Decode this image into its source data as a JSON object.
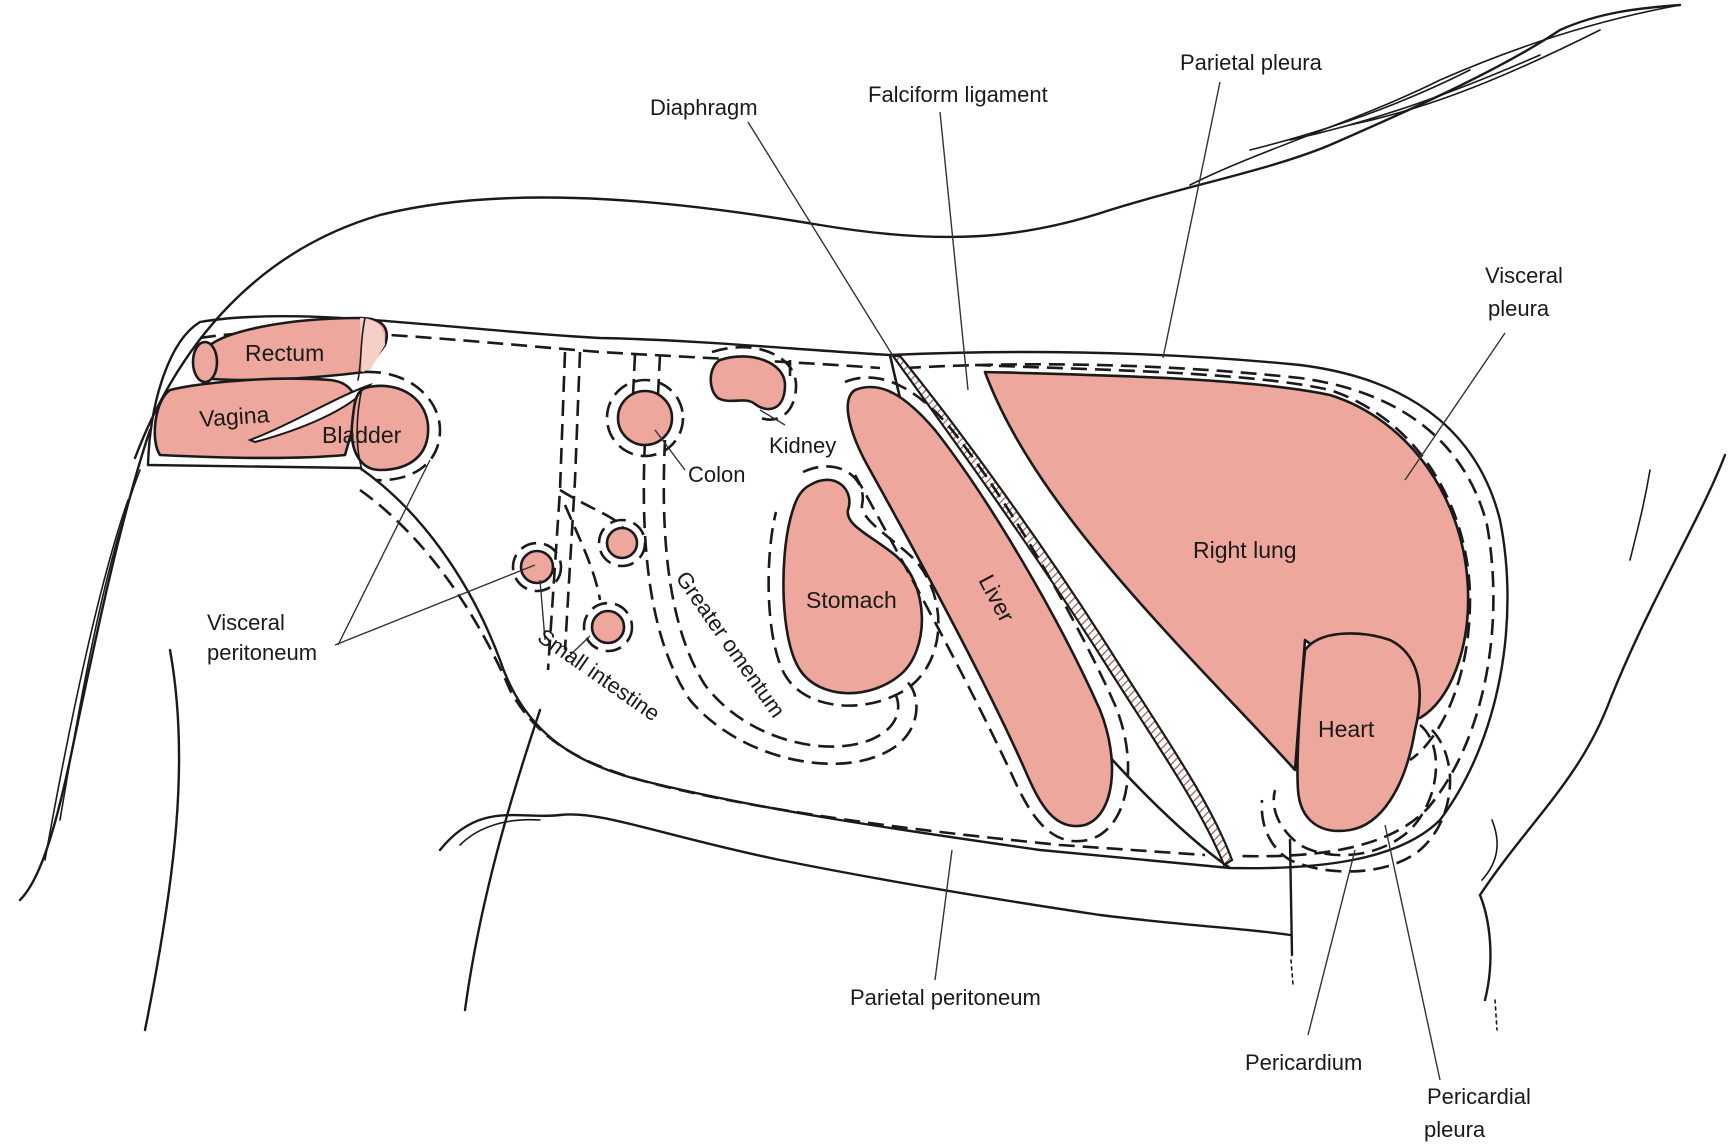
{
  "colors": {
    "organ_fill": "#EEA79C",
    "line": "#1a1a1a",
    "background": "#ffffff",
    "ligament_hatch": "#b07a6e"
  },
  "organs": {
    "rectum": "Rectum",
    "vagina": "Vagina",
    "bladder": "Bladder",
    "colon": "Colon",
    "kidney": "Kidney",
    "stomach": "Stomach",
    "liver": "Liver",
    "right_lung": "Right lung",
    "heart": "Heart"
  },
  "labels": {
    "diaphragm": "Diaphragm",
    "falciform_ligament": "Falciform ligament",
    "parietal_pleura": "Parietal pleura",
    "visceral_pleura_1": "Visceral",
    "visceral_pleura_2": "pleura",
    "visceral_peritoneum_1": "Visceral",
    "visceral_peritoneum_2": "peritoneum",
    "small_intestine": "Small intestine",
    "greater_omentum": "Greater omentum",
    "parietal_peritoneum": "Parietal peritoneum",
    "pericardium": "Pericardium",
    "pericardial_pleura_1": "Pericardial",
    "pericardial_pleura_2": "pleura"
  }
}
